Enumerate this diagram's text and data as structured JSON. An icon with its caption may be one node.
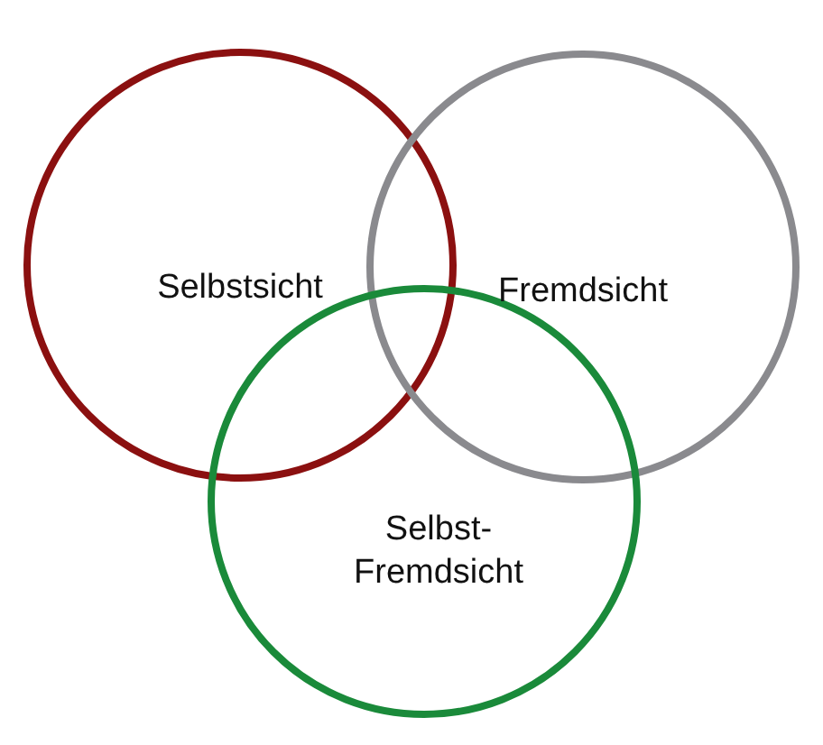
{
  "diagram": {
    "nodes": [
      {
        "text": [
          "Selbstsicht"
        ]
      },
      {
        "text": [
          "Fremdsicht"
        ]
      },
      {
        "text": [
          "Selbst- Fremdsicht"
        ]
      }
    ]
  }
}
